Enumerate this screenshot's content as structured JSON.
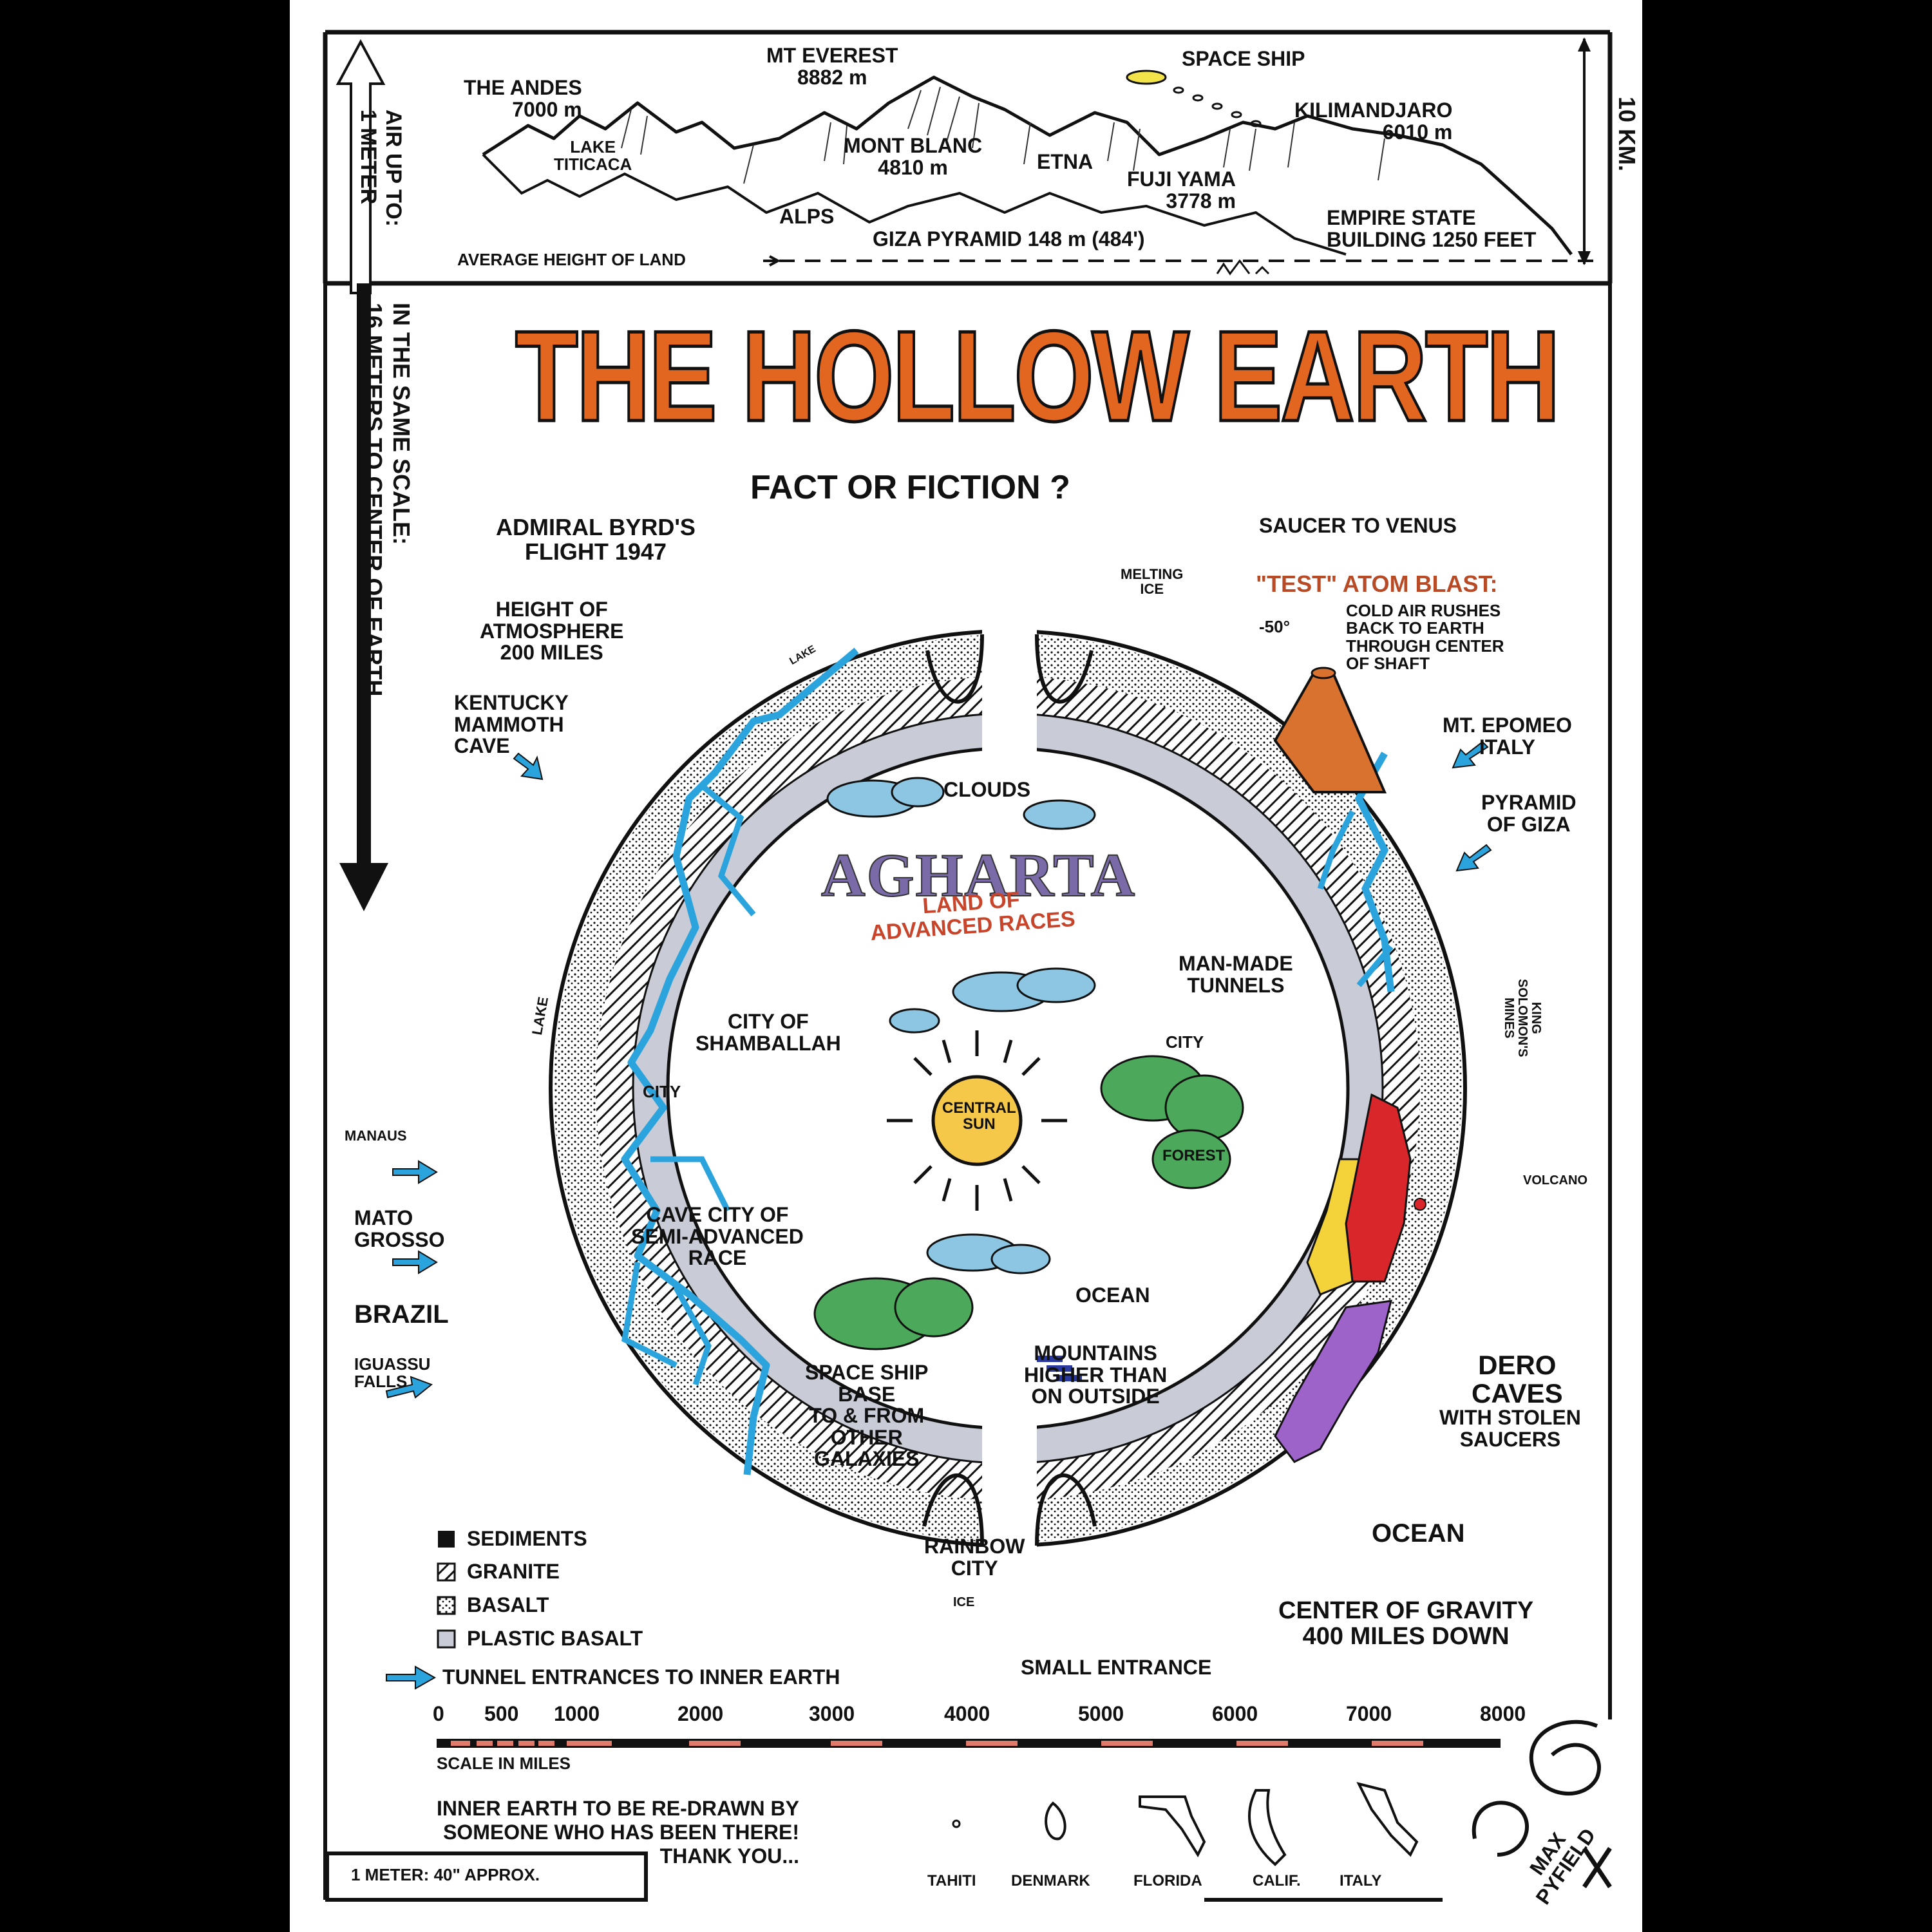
{
  "colors": {
    "title": "#e2661f",
    "tunnel": "#2ba3dc",
    "agharta": "#7a6aa8",
    "sun": "#f5c84a",
    "forest": "#4ca85a",
    "cloud": "#8cc6e3",
    "lava_red": "#d8262a",
    "lava_yellow": "#f3d23a",
    "dero_purple": "#9d63c9",
    "blast_orange": "#d9722e"
  },
  "header": {
    "side_label": "AIR UP TO:\n1 METER",
    "right_label": "10 KM.",
    "peaks": {
      "everest": "MT EVEREST\n8882 m",
      "andes": "THE ANDES\n7000 m",
      "space_ship": "SPACE SHIP",
      "kilimanjaro": "KILIMANDJARO\n6010 m",
      "titicaca": "LAKE\nTITICACA",
      "mont_blanc": "MONT BLANC\n4810 m",
      "etna": "ETNA",
      "fuji": "FUJI YAMA\n3778 m",
      "alps": "ALPS",
      "empire": "EMPIRE STATE\nBUILDING 1250 FEET",
      "giza": "GIZA PYRAMID 148 m (484')",
      "avg": "AVERAGE HEIGHT OF LAND"
    }
  },
  "scale_label": "IN THE SAME SCALE:\n16 METERS TO CENTER OF EARTH",
  "title": "THE HOLLOW EARTH",
  "subtitle": "FACT OR FICTION ?",
  "labels": {
    "byrd": "ADMIRAL BYRD'S\nFLIGHT 1947",
    "atmosphere": "HEIGHT OF\nATMOSPHERE\n200 MILES",
    "kentucky": "KENTUCKY\nMAMMOTH\nCAVE",
    "manaus": "MANAUS",
    "mato": "MATO\nGROSSO",
    "brazil": "BRAZIL",
    "iguassu": "IGUASSU\nFALLS",
    "saucer": "SAUCER TO VENUS",
    "melting": "MELTING\nICE",
    "atom_title": "\"TEST\" ATOM BLAST:",
    "atom_body": "COLD AIR RUSHES\nBACK TO EARTH\nTHROUGH CENTER\nOF SHAFT",
    "fifty": "-50°",
    "epomeo": "MT. EPOMEO\nITALY",
    "pyramid": "PYRAMID\nOF GIZA",
    "king": "KING\nSOLOMON'S\nMINES",
    "volcano": "VOLCANO",
    "dero": "DERO\nCAVES",
    "dero_sub": "WITH STOLEN\nSAUCERS",
    "ocean_right": "OCEAN",
    "center_gravity": "CENTER OF GRAVITY\n400 MILES DOWN",
    "clouds": "CLOUDS",
    "agharta": "AGHARTA",
    "land": "LAND OF\nADVANCED RACES",
    "shamballah": "CITY OF\nSHAMBALLAH",
    "city_left": "CITY",
    "city_right": "CITY",
    "sun": "CENTRAL\nSUN",
    "forest": "FOREST",
    "man_made": "MAN-MADE\nTUNNELS",
    "cave_city": "CAVE CITY OF\nSEMI-ADVANCED\nRACE",
    "ocean_inner": "OCEAN",
    "mountains": "MOUNTAINS\nHIGHER THAN\nON OUTSIDE",
    "space_base": "SPACE SHIP\nBASE\nTO & FROM\nOTHER\nGALAXIES",
    "rainbow": "RAINBOW\nCITY",
    "ice": "ICE",
    "small_entrance": "SMALL ENTRANCE",
    "lake_top": "LAKE",
    "lake_left": "LAKE"
  },
  "legend": [
    {
      "key": "sediments",
      "label": "SEDIMENTS"
    },
    {
      "key": "granite",
      "label": "GRANITE"
    },
    {
      "key": "basalt",
      "label": "BASALT"
    },
    {
      "key": "plastic",
      "label": "PLASTIC BASALT"
    }
  ],
  "tunnel_entrances": "TUNNEL ENTRANCES TO INNER EARTH",
  "scale_bar": {
    "ticks": [
      "0",
      "500",
      "1000",
      "2000",
      "3000",
      "4000",
      "5000",
      "6000",
      "7000",
      "8000"
    ],
    "label": "SCALE IN MILES"
  },
  "footer": {
    "note": "INNER EARTH TO BE RE-DRAWN BY\nSOMEONE WHO HAS BEEN THERE!\nTHANK YOU...",
    "box": "1 METER: 40\" APPROX.",
    "countries": [
      "TAHITI",
      "DENMARK",
      "FLORIDA",
      "CALIF.",
      "ITALY"
    ],
    "signature": "MAX\nPYFIELD"
  }
}
